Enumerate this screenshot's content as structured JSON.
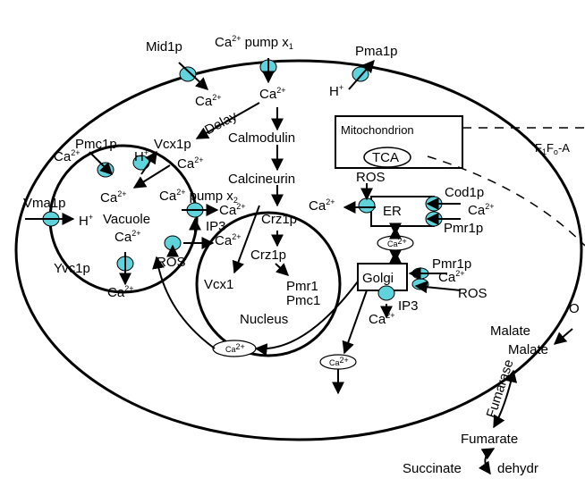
{
  "colors": {
    "channel": "#5fd3dc",
    "line": "#000000",
    "background": "#ffffff"
  },
  "labels": {
    "mid1p": "Mid1p",
    "ca_pump_x1": "Ca",
    "ca_pump_x1_sup": "2+",
    "ca_pump_x1_rest": " pump x",
    "ca_pump_x1_sub": "1",
    "pma1p": "Pma1p",
    "h_plus_out": "H",
    "plus": "+",
    "ca": "Ca",
    "ca_sup": "2+",
    "delay": "Delay",
    "calmodulin": "Calmodulin",
    "calcineurin": "Calcineurin",
    "crz1p": "Crz1p",
    "crz1p_nuc": "Crz1p",
    "pmc1p": "Pmc1p",
    "vcx1p": "Vcx1p",
    "vma1p": "Vma1p",
    "vacuole": "Vacuole",
    "ca_pump_x2": "Ca",
    "ca_pump_x2_rest": " pump x",
    "ca_pump_x2_sub": "2",
    "ip3": "IP3",
    "ros": "ROS",
    "yvc1p": "Yvc1p",
    "vcx1": "Vcx1",
    "pmr1": "Pmr1",
    "pmc1": "Pmc1",
    "nucleus": "Nucleus",
    "mitochondrion": "Mitochondrion",
    "tca": "TCA",
    "f1fo": "F",
    "f1fo_sub1": "1",
    "f1fo_mid": "F",
    "f1fo_sub2": "o",
    "f1fo_rest": "-A",
    "er": "ER",
    "cod1p": "Cod1p",
    "pmr1p": "Pmr1p",
    "golgi": "Golgi",
    "pmr1p_golgi": "Pmr1p",
    "malate_top": "Malate",
    "malate": "Malate",
    "o_partial": "O",
    "fumarase": "Fumarase",
    "fumarate": "Fumarate",
    "succinate": "Succinate",
    "dehydr": "dehydr"
  }
}
